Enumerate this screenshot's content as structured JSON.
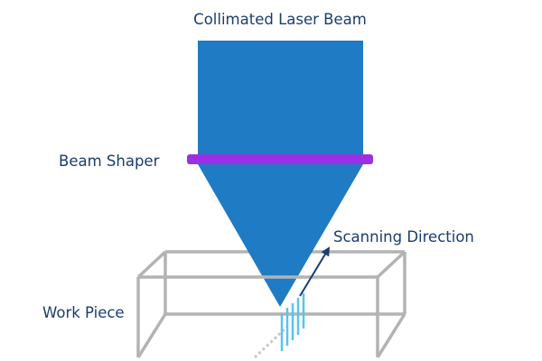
{
  "labels": {
    "beam": "Collimated Laser Beam",
    "shaper": "Beam Shaper",
    "scanning": "Scanning Direction",
    "workpiece": "Work Piece"
  },
  "colors": {
    "beam": "#1f7bc3",
    "shaper": "#9b2fe6",
    "label": "#1a3d6e",
    "arrow": "#1a3d6e",
    "box": "#b3b3b3",
    "scan_lines": "#5bc3ee"
  }
}
